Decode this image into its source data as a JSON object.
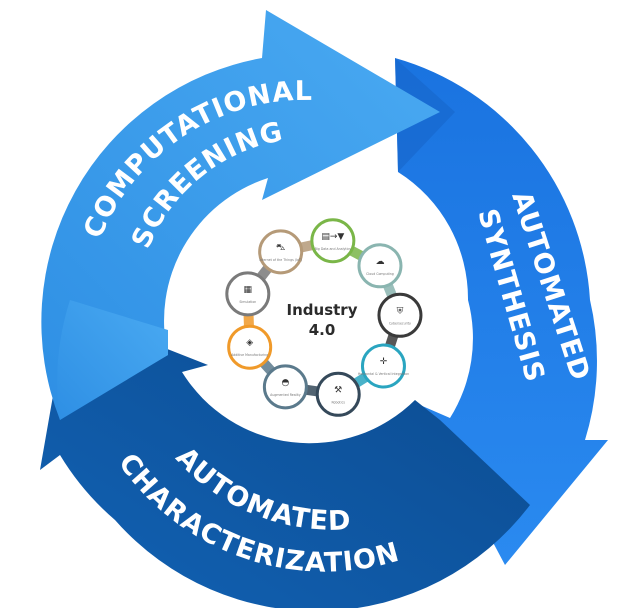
{
  "diagram": {
    "type": "cycle",
    "arrows": [
      {
        "id": "computational-screening",
        "lines": [
          "COMPUTATIONAL",
          "SCREENING"
        ],
        "color": "#3fa0ee",
        "color_dark": "#2a86dc"
      },
      {
        "id": "automated-synthesis",
        "lines": [
          "AUTOMATED",
          "SYNTHESIS"
        ],
        "color": "#1e7ee8",
        "color_dark": "#1566c8"
      },
      {
        "id": "automated-characterization",
        "lines": [
          "AUTOMATED",
          "CHARACTERIZATION"
        ],
        "color": "#0e5aa8",
        "color_dark": "#0a4582"
      }
    ],
    "center": {
      "title_line1": "Industry",
      "title_line2": "4.0",
      "nodes": [
        {
          "label": "Big Data and Analytics",
          "icon": "data-filter-icon",
          "color": "#7ab648"
        },
        {
          "label": "Cloud Computing",
          "icon": "cloud-icon",
          "color": "#8ab5b0"
        },
        {
          "label": "Cybersecurity",
          "icon": "shield-icon",
          "color": "#3a3a3a"
        },
        {
          "label": "Horizontal & Vertical Integration",
          "icon": "move-arrows-icon",
          "color": "#2aa5c0"
        },
        {
          "label": "Robotics",
          "icon": "robot-arm-icon",
          "color": "#35495a"
        },
        {
          "label": "Augmented Reality",
          "icon": "ar-headset-icon",
          "color": "#5b7a8c"
        },
        {
          "label": "Additive Manufacturing",
          "icon": "layers-icon",
          "color": "#f09a2a"
        },
        {
          "label": "Simulation",
          "icon": "simulation-grid-icon",
          "color": "#7a7a7a"
        },
        {
          "label": "Internet of the Things (IoT)",
          "icon": "connected-car-icon",
          "color": "#b59a78"
        }
      ]
    }
  }
}
